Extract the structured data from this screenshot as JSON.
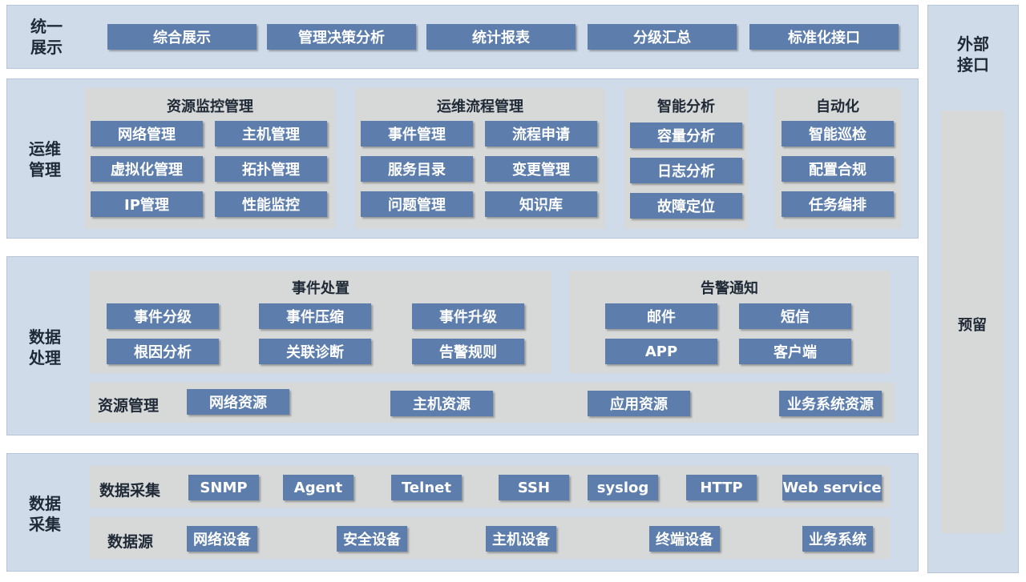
{
  "layers": {
    "display": {
      "title": "统一\n展示",
      "items": [
        "综合展示",
        "管理决策分析",
        "统计报表",
        "分级汇总",
        "标准化接口"
      ]
    },
    "ops": {
      "title": "运维\n管理",
      "groups": [
        {
          "title": "资源监控管理",
          "items": [
            "网络管理",
            "主机管理",
            "虚拟化管理",
            "拓扑管理",
            "IP管理",
            "性能监控"
          ]
        },
        {
          "title": "运维流程管理",
          "items": [
            "事件管理",
            "流程申请",
            "服务目录",
            "变更管理",
            "问题管理",
            "知识库"
          ]
        },
        {
          "title": "智能分析",
          "items": [
            "容量分析",
            "日志分析",
            "故障定位"
          ]
        },
        {
          "title": "自动化",
          "items": [
            "智能巡检",
            "配置合规",
            "任务编排"
          ]
        }
      ]
    },
    "processing": {
      "title": "数据\n处理",
      "event": {
        "title": "事件处置",
        "items": [
          "事件分级",
          "事件压缩",
          "事件升级",
          "根因分析",
          "关联诊断",
          "告警规则"
        ]
      },
      "alert": {
        "title": "告警通知",
        "items": [
          "邮件",
          "短信",
          "APP",
          "客户端"
        ]
      },
      "resource": {
        "label": "资源管理",
        "items": [
          "网络资源",
          "主机资源",
          "应用资源",
          "业务系统资源"
        ]
      }
    },
    "collection": {
      "title": "数据\n采集",
      "collect": {
        "label": "数据采集",
        "items": [
          "SNMP",
          "Agent",
          "Telnet",
          "SSH",
          "syslog",
          "HTTP",
          "Web service"
        ]
      },
      "sources": {
        "label": "数据源",
        "items": [
          "网络设备",
          "安全设备",
          "主机设备",
          "终端设备",
          "业务系统"
        ]
      }
    }
  },
  "external": {
    "title": "外部\n接口",
    "reserved": "预留"
  },
  "colors": {
    "layer_bg": "#cfdbe8",
    "panel_bg": "#d7d8d8",
    "chip_bg": "#5d7ead",
    "chip_text": "#ffffff"
  }
}
